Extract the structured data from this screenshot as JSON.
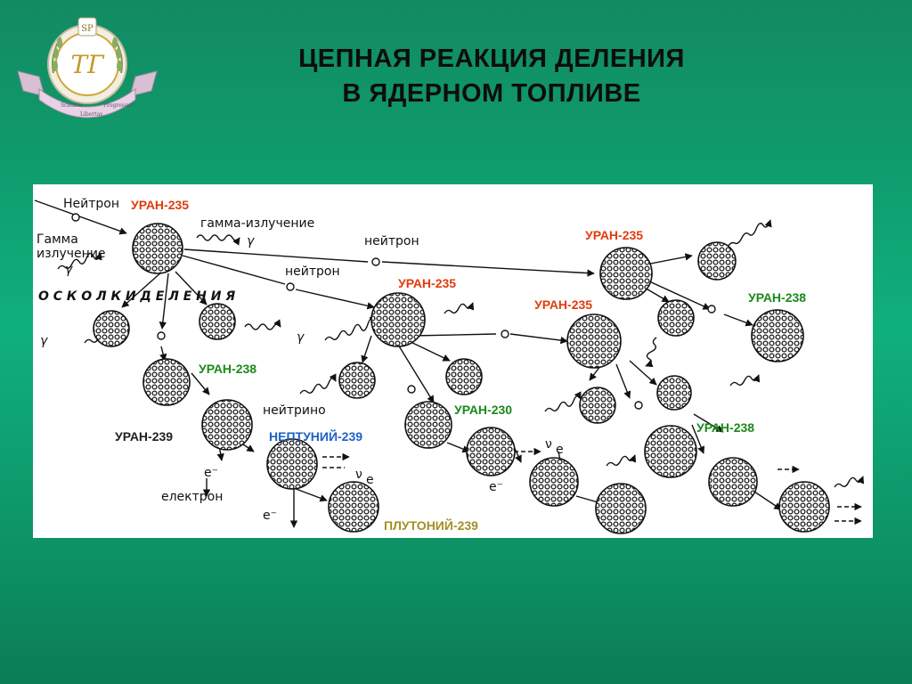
{
  "slide": {
    "title_line1": "ЦЕПНАЯ РЕАКЦИЯ ДЕЛЕНИЯ",
    "title_line2": "В ЯДЕРНОМ ТОПЛИВЕ"
  },
  "logo": {
    "monogram": "ТГ",
    "ribbon_words": [
      "Scientia",
      "Libertas",
      "Progressus"
    ],
    "emblem_letters": "SP"
  },
  "colors": {
    "background": "#0fa876",
    "uranium_235": "#e23b0b",
    "uranium_238": "#1a8a1a",
    "neptunium_239": "#1f5fc9",
    "plutonium_239": "#a58e24",
    "uranium_239": "#202020"
  },
  "diagram": {
    "labels": {
      "neutron_top": "Нейтрон",
      "u235_main": "УРАН-235",
      "gamma_left_1": "Гамма",
      "gamma_left_2": "излучение",
      "gamma_top": "гамма-излучение",
      "neutron_mid": "нейтрон",
      "neutron_2": "нейтрон",
      "fragments": "О С К О Л К И   Д Е Л Е Н И Я",
      "u235_b": "УРАН-235",
      "u235_c": "УРАН-235",
      "u235_d": "УРАН-235",
      "u238_a": "УРАН-238",
      "u238_b": "УРАН-238",
      "u238_c": "УРАН-238",
      "u230": "УРАН-230",
      "u239": "УРАН-239",
      "neutrino": "нейтрино",
      "neptunium": "НЕПТУНИЙ-239",
      "electron": "електрон",
      "plutonium": "ПЛУТОНИЙ-239",
      "gamma_sym": "γ",
      "electron_sym": "e⁻",
      "neutrino_sym": "ν",
      "neutrino_sub": "e"
    }
  }
}
